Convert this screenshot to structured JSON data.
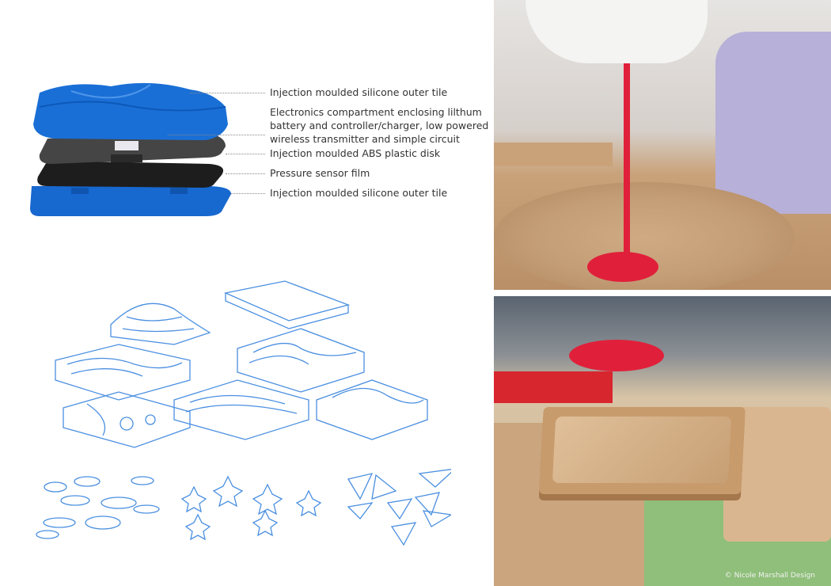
{
  "exploded_view": {
    "labels": [
      "Injection moulded silicone outer tile",
      "Electronics compartment enclosing lilthum battery and controller/charger, low powered wireless transmitter and simple circuit",
      "Injection moulded ABS plastic disk",
      "Pressure sensor film",
      "Injection moulded silicone outer tile"
    ],
    "label_lines": {
      "electronics": [
        "Electronics compartment enclosing lilthum",
        "battery and controller/charger, low powered",
        "wireless transmitter and simple circuit"
      ]
    }
  },
  "colors": {
    "tile_blue": "#1a6fd6",
    "sketch_blue": "#4a8fe0",
    "plate_dark": "#3a3a3a",
    "film_black": "#1d1d1d",
    "mdf": "#c9a27a",
    "resin_red": "#e0203a"
  },
  "credit": "© Nicole Marshall Design"
}
